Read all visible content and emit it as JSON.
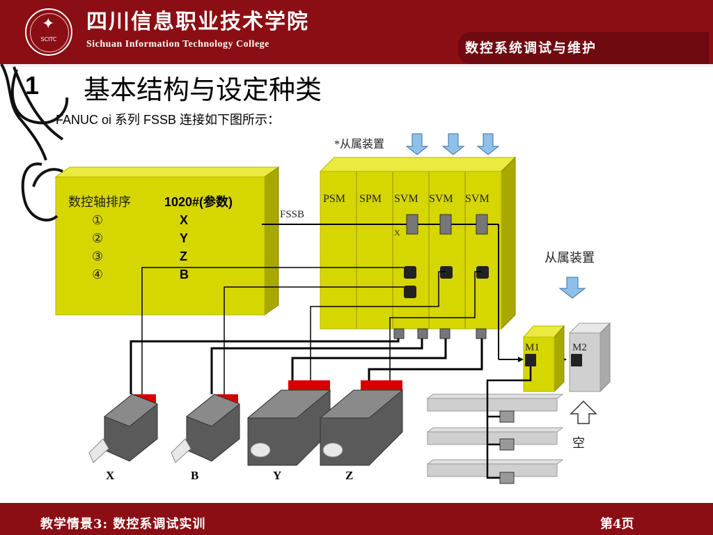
{
  "header": {
    "logo_text": "SCITC",
    "college_cn": "四川信息职业技术学院",
    "college_en": "Sichuan Information Technology College",
    "course_title": "数控系统调试与维护"
  },
  "slide": {
    "number": "1",
    "title": "基本结构与设定种类",
    "subtitle": "FANUC oi 系列 FSSB 连接如下图所示："
  },
  "diagram": {
    "cnc_box": {
      "header_left": "数控轴排序",
      "header_right": "1020#(参数)",
      "rows": [
        {
          "index": "①",
          "axis": "X"
        },
        {
          "index": "②",
          "axis": "Y"
        },
        {
          "index": "③",
          "axis": "Z"
        },
        {
          "index": "④",
          "axis": "B"
        }
      ]
    },
    "fssb_label": "FSSB",
    "slave_label_top": "*从属装置",
    "slave_label_right": "从属装置",
    "x_marker": "X",
    "modules": [
      "PSM",
      "SPM",
      "SVM",
      "SVM",
      "SVM"
    ],
    "extra_modules": [
      "M1",
      "M2"
    ],
    "empty_label": "空",
    "motors": [
      "X",
      "B",
      "Y",
      "Z"
    ],
    "colors": {
      "module_yellow": "#d6d600",
      "accent_red": "#d40000",
      "header_red": "#8b0e14",
      "arrow_blue": "#8ec0ea"
    }
  },
  "footer": {
    "text": "教学情景3:   数控系调试实训",
    "page": "第4页"
  }
}
